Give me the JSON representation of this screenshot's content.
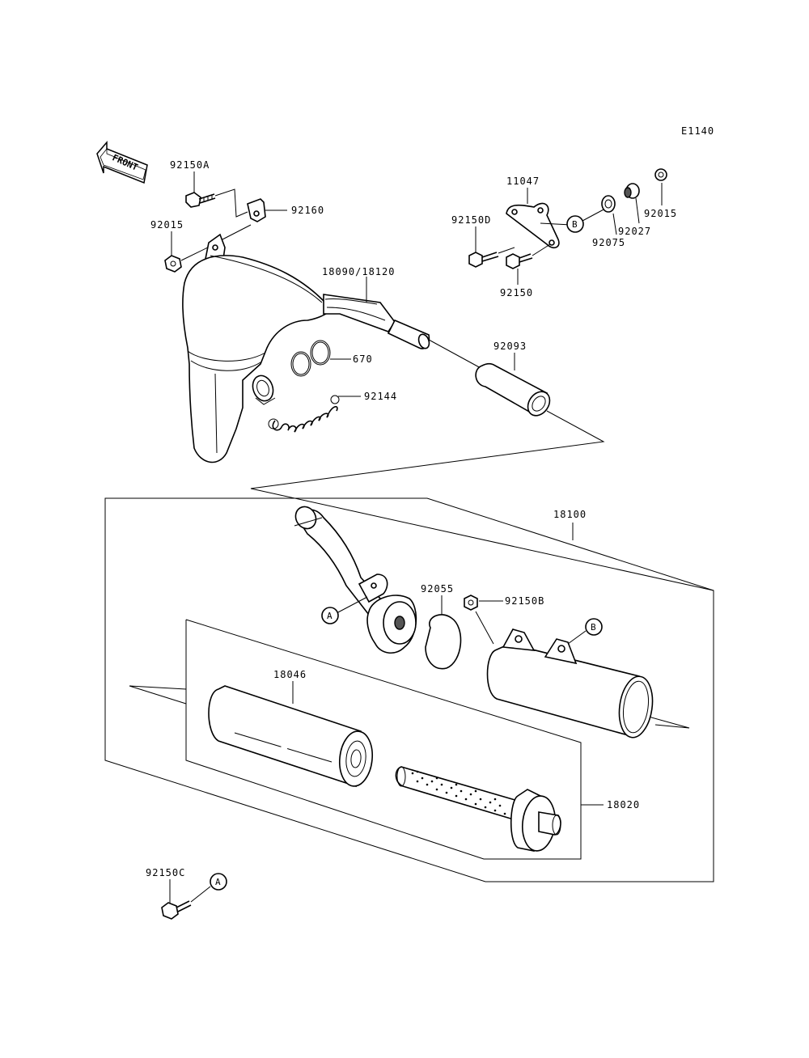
{
  "diagram_code": "E1140",
  "front_label": "FRONT",
  "part_numbers": {
    "p92150A": "92150A",
    "p92160": "92160",
    "p92015_left": "92015",
    "p18090": "18090/18120",
    "p670": "670",
    "p92144": "92144",
    "p92093": "92093",
    "p11047": "11047",
    "p92150D": "92150D",
    "p92150": "92150",
    "p92075": "92075",
    "p92027": "92027",
    "p92015_right": "92015",
    "p18100": "18100",
    "p92055": "92055",
    "p92150B": "92150B",
    "p18046": "18046",
    "p18020": "18020",
    "p92150C": "92150C"
  },
  "callouts": {
    "a_top": "A",
    "a_bottom": "A",
    "b_top": "B",
    "b_muffler": "B"
  }
}
